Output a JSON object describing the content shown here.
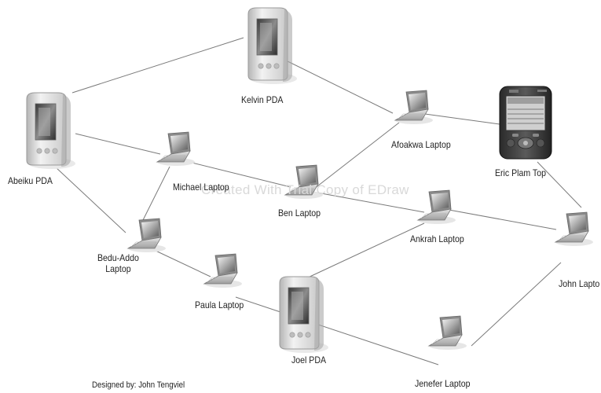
{
  "diagram": {
    "watermark": "Created With Trial Copy of EDraw",
    "designer": "Designed by: John Tengviel",
    "nodes": [
      {
        "id": "kelvin",
        "label": "Kelvin PDA",
        "kind": "pda",
        "icon": "pda-icon"
      },
      {
        "id": "abeiku",
        "label": "Abeiku PDA",
        "kind": "pda",
        "icon": "pda-icon"
      },
      {
        "id": "joel",
        "label": "Joel PDA",
        "kind": "pda",
        "icon": "pda-icon"
      },
      {
        "id": "eric",
        "label": "Eric Plam Top",
        "kind": "palmtop",
        "icon": "palmtop-icon"
      },
      {
        "id": "afoakwa",
        "label": "Afoakwa Laptop",
        "kind": "laptop",
        "icon": "laptop-icon"
      },
      {
        "id": "michael",
        "label": "Michael Laptop",
        "kind": "laptop",
        "icon": "laptop-icon"
      },
      {
        "id": "ben",
        "label": "Ben Laptop",
        "kind": "laptop",
        "icon": "laptop-icon"
      },
      {
        "id": "ankrah",
        "label": "Ankrah Laptop",
        "kind": "laptop",
        "icon": "laptop-icon"
      },
      {
        "id": "bedu",
        "label": "Bedu-Addo\nLaptop",
        "kind": "laptop",
        "icon": "laptop-icon"
      },
      {
        "id": "paula",
        "label": "Paula Laptop",
        "kind": "laptop",
        "icon": "laptop-icon"
      },
      {
        "id": "john",
        "label": "John Lapto",
        "kind": "laptop",
        "icon": "laptop-icon"
      },
      {
        "id": "jenefer",
        "label": "Jenefer Laptop",
        "kind": "laptop",
        "icon": "laptop-icon"
      }
    ],
    "edges": [
      [
        "abeiku",
        "kelvin"
      ],
      [
        "kelvin",
        "afoakwa"
      ],
      [
        "afoakwa",
        "eric"
      ],
      [
        "afoakwa",
        "ben"
      ],
      [
        "abeiku",
        "michael"
      ],
      [
        "michael",
        "ben"
      ],
      [
        "ben",
        "ankrah"
      ],
      [
        "ankrah",
        "john"
      ],
      [
        "eric",
        "john"
      ],
      [
        "abeiku",
        "bedu"
      ],
      [
        "michael",
        "bedu"
      ],
      [
        "bedu",
        "paula"
      ],
      [
        "paula",
        "jenefer"
      ],
      [
        "joel",
        "ankrah"
      ],
      [
        "jenefer",
        "john"
      ]
    ]
  }
}
